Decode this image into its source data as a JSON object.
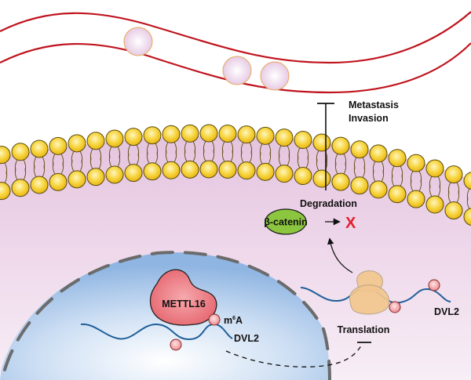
{
  "labels": {
    "metastasis": "Metastasis",
    "invasion": "Invasion",
    "degradation": "Degradation",
    "beta_catenin": "β-catenin",
    "degradation_mark": "X",
    "mettl16": "METTL16",
    "m6a_prefix": "m",
    "m6a_sup": "6",
    "m6a_suffix": "A",
    "dvl2_nucleus": "DVL2",
    "dvl2_cytoplasm": "DVL2",
    "translation": "Translation"
  },
  "colors": {
    "vessel_wall": "#c0141e",
    "blood_cell_fill": "#f3e6f0",
    "blood_cell_edge": "#e8a85a",
    "lipid_head": "#f3c928",
    "lipid_edge": "#5a4a10",
    "cytoplasm": "#ecd3e8",
    "nucleus": "#a9c8ec",
    "nuclear_envelope": "#6b6b6b",
    "mettl16": "#e96f78",
    "m6a_dot": "#f19a9e",
    "rna": "#1f5f99",
    "ribosome": "#f2c58d",
    "beta_catenin": "#8cc63e",
    "degradation_x": "#e0202a"
  }
}
